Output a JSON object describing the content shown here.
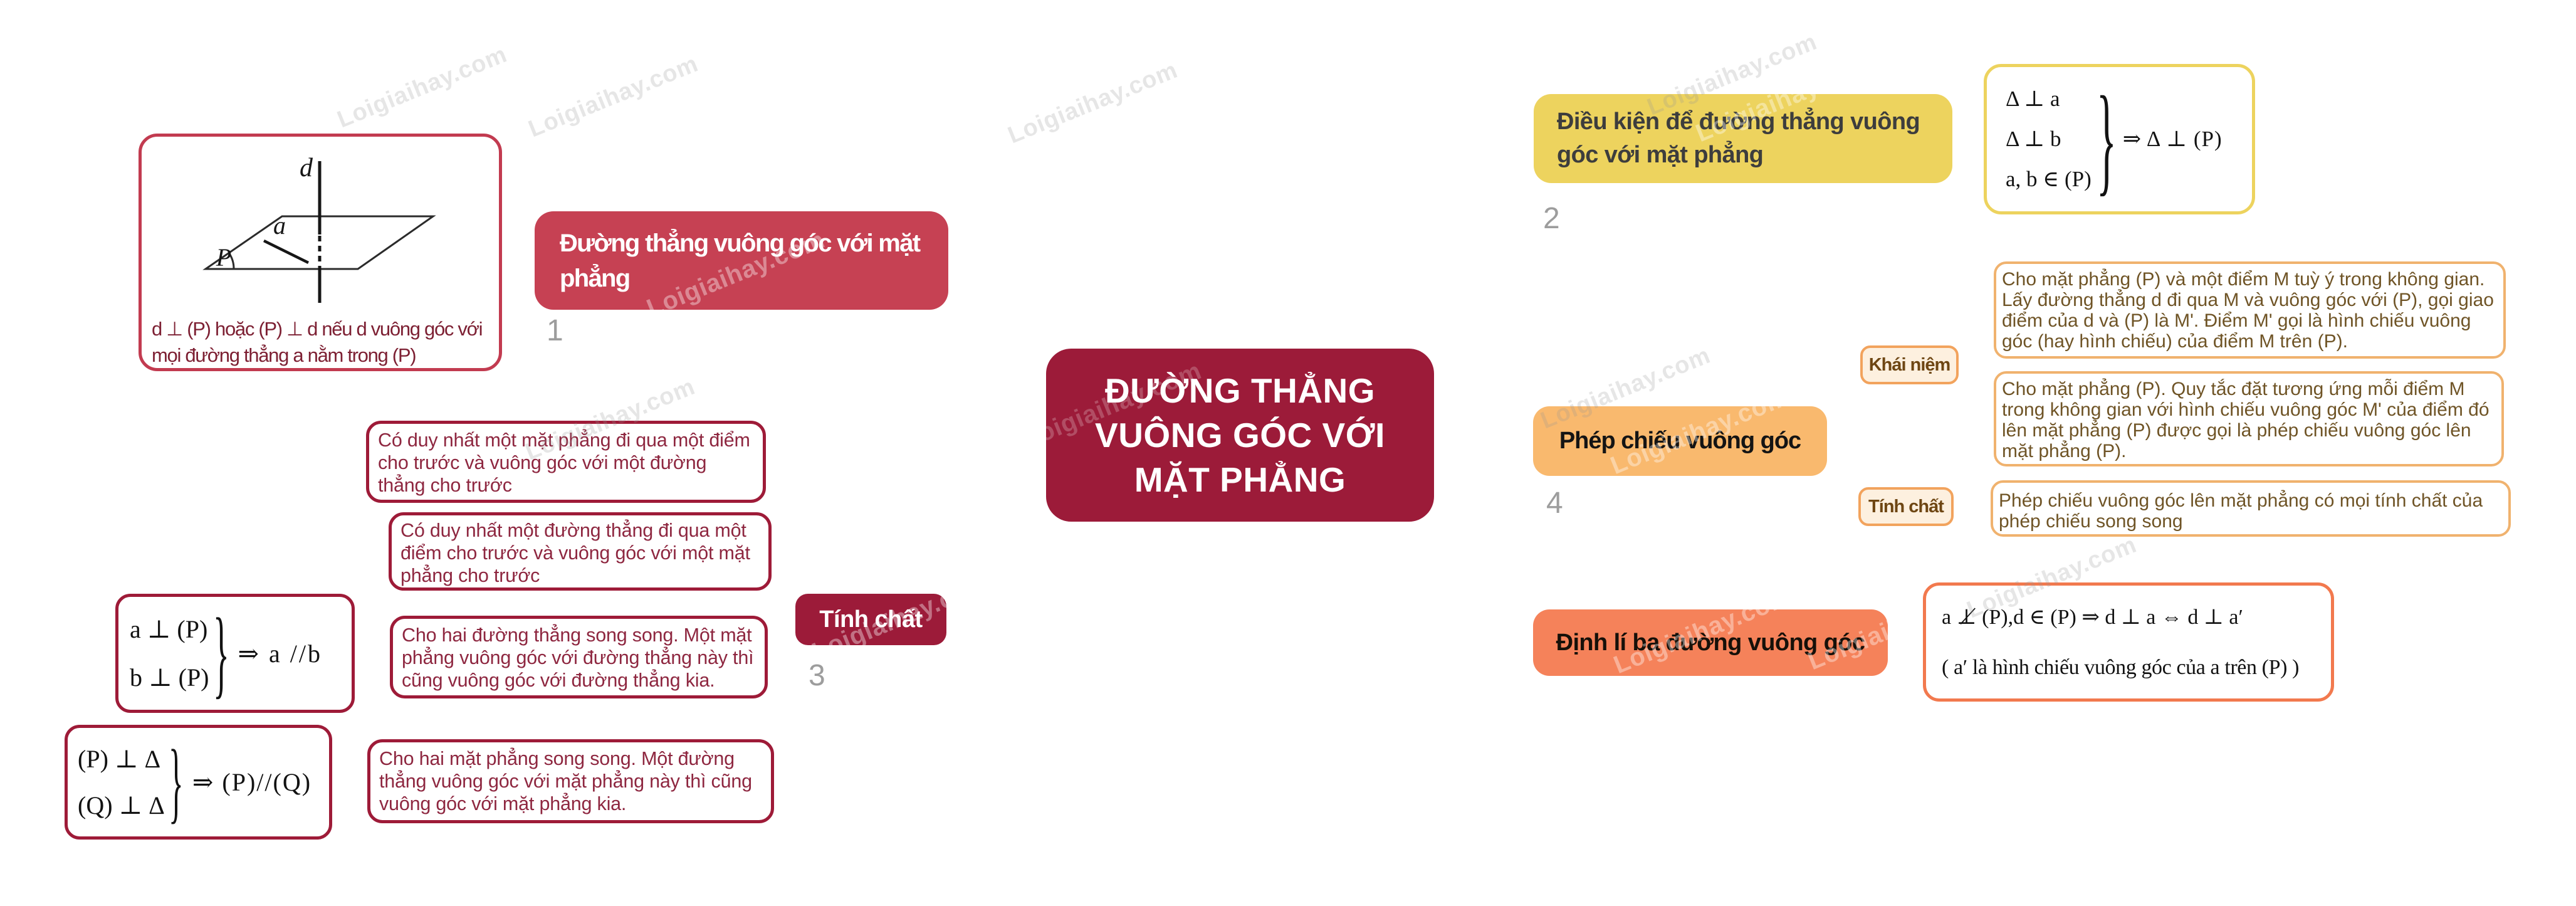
{
  "watermark": "Loigiaihay.com",
  "palette": {
    "maroon": "#9c1b39",
    "maroon_line": "#8e1c38",
    "crimson": "#c64153",
    "crimson_line": "#c23b52",
    "yellow": "#edd35e",
    "orange": "#f9b96e",
    "orange_line": "#f8bc79",
    "deep_orange": "#f5825a",
    "deep_orange_line": "#f2794e",
    "sublabel_fill": "#fdf0df",
    "sublabel_border": "#f2a35d",
    "note_border": "#f0b26e",
    "note_text": "#6f5426",
    "property_text": "#8e2740",
    "index_gray": "#9d9d9d"
  },
  "center": {
    "lines": [
      "ĐƯỜNG THẲNG",
      "VUÔNG GÓC VỚI",
      "MẶT PHẲNG"
    ]
  },
  "branch1": {
    "label": "Đường thẳng vuông góc với mặt phẳng",
    "index": "1",
    "figure": {
      "label_d": "d",
      "label_a": "a",
      "label_P": "P",
      "caption": "d ⊥ (P) hoặc (P) ⊥ d nếu d vuông góc với mọi đường thẳng a nằm trong (P)"
    }
  },
  "branch2": {
    "label": "Điều kiện để đường thẳng vuông góc với mặt phẳng",
    "index": "2",
    "formula": {
      "conditions": [
        "Δ ⊥ a",
        "Δ ⊥ b",
        "a, b ∈ (P)"
      ],
      "conclusion": "⇒ Δ ⊥ (P)"
    }
  },
  "branch3": {
    "label": "Tính chất",
    "index": "3",
    "properties": [
      "Có duy nhất một mặt phẳng đi qua một điểm cho trước và vuông góc với một đường thẳng cho trước",
      "Có duy nhất một đường thẳng đi qua một điểm cho trước và vuông góc với một mặt phẳng cho trước",
      "Cho hai đường thẳng song song. Một mặt phẳng vuông góc với đường thẳng này thì cũng vuông góc với đường thẳng kia.",
      "Cho hai mặt phẳng song song. Một đường thẳng vuông góc với mặt phẳng này thì cũng vuông góc với mặt phẳng kia."
    ],
    "formula_parallel_lines": {
      "conditions": [
        "a ⊥ (P)",
        "b ⊥ (P)"
      ],
      "conclusion": "⇒ a //b"
    },
    "formula_parallel_planes": {
      "conditions": [
        "(P) ⊥ Δ",
        "(Q) ⊥ Δ"
      ],
      "conclusion": "⇒ (P)//(Q)"
    }
  },
  "branch4": {
    "label": "Phép chiếu vuông góc",
    "index": "4",
    "concept_label": "Khái niệm",
    "property_label": "Tính chất",
    "concept_notes": [
      "Cho mặt phẳng (P) và một điểm M tuỳ ý trong không gian. Lấy đường thẳng d đi qua M và vuông góc với (P), gọi giao điểm của d và (P) là M'. Điểm M' gọi là hình chiếu vuông góc (hay hình chiếu) của điểm M trên (P).",
      "Cho mặt phẳng (P). Quy tắc đặt tương ứng mỗi điểm M trong không gian với hình chiếu vuông góc M' của điểm đó lên mặt phẳng (P) được gọi là phép chiếu vuông góc lên mặt phẳng (P)."
    ],
    "property_notes": [
      "Phép chiếu vuông góc lên mặt phẳng có mọi tính chất của phép chiếu song song"
    ]
  },
  "branch5": {
    "label": "Định lí ba đường vuông góc",
    "formula": {
      "line1": "a ⊥̸ (P),d ∈ (P) ⇒ d ⊥ a ⇔ d ⊥ a′",
      "line2": "( a′  là hình chiếu vuông góc của a trên (P) )"
    }
  }
}
